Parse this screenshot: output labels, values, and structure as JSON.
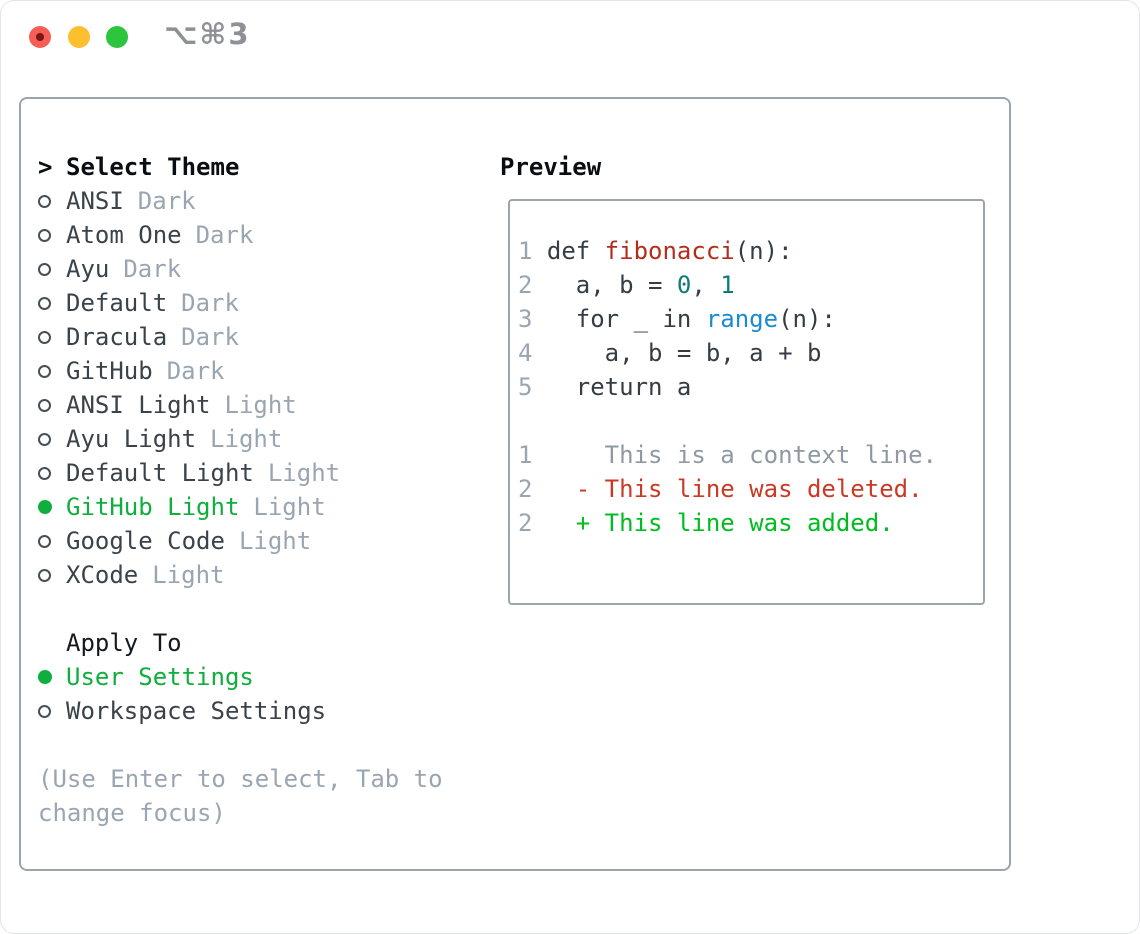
{
  "titlebar": {
    "shortcut": "⌥⌘3"
  },
  "theme_list": {
    "prompt": ">",
    "header": "Select Theme",
    "items": [
      {
        "label": "ANSI",
        "tag": "Dark",
        "selected": false
      },
      {
        "label": "Atom One",
        "tag": "Dark",
        "selected": false
      },
      {
        "label": "Ayu",
        "tag": "Dark",
        "selected": false
      },
      {
        "label": "Default",
        "tag": "Dark",
        "selected": false
      },
      {
        "label": "Dracula",
        "tag": "Dark",
        "selected": false
      },
      {
        "label": "GitHub",
        "tag": "Dark",
        "selected": false
      },
      {
        "label": "ANSI Light",
        "tag": "Light",
        "selected": false
      },
      {
        "label": "Ayu Light",
        "tag": "Light",
        "selected": false
      },
      {
        "label": "Default Light",
        "tag": "Light",
        "selected": false
      },
      {
        "label": "GitHub Light",
        "tag": "Light",
        "selected": true
      },
      {
        "label": "Google Code",
        "tag": "Light",
        "selected": false
      },
      {
        "label": "XCode",
        "tag": "Light",
        "selected": false
      }
    ]
  },
  "apply_to": {
    "header": "Apply To",
    "items": [
      {
        "label": "User Settings",
        "selected": true
      },
      {
        "label": "Workspace Settings",
        "selected": false
      }
    ]
  },
  "hint": "(Use Enter to select, Tab to change focus)",
  "preview": {
    "header": "Preview",
    "lines": [
      {
        "n": "1",
        "segs": [
          {
            "t": "def ",
            "c": "plain"
          },
          {
            "t": "fibonacci",
            "c": "function"
          },
          {
            "t": "(n):",
            "c": "plain"
          }
        ]
      },
      {
        "n": "2",
        "segs": [
          {
            "t": "  a, b = ",
            "c": "plain"
          },
          {
            "t": "0",
            "c": "number"
          },
          {
            "t": ", ",
            "c": "plain"
          },
          {
            "t": "1",
            "c": "number"
          }
        ]
      },
      {
        "n": "3",
        "segs": [
          {
            "t": "  for _ in ",
            "c": "plain"
          },
          {
            "t": "range",
            "c": "builtin"
          },
          {
            "t": "(n):",
            "c": "plain"
          }
        ]
      },
      {
        "n": "4",
        "segs": [
          {
            "t": "    a, b = b, a + b",
            "c": "plain"
          }
        ]
      },
      {
        "n": "5",
        "segs": [
          {
            "t": "  return a",
            "c": "plain"
          }
        ]
      },
      {
        "n": "",
        "segs": []
      },
      {
        "n": "1",
        "segs": [
          {
            "t": "    This is a context line.",
            "c": "context"
          }
        ]
      },
      {
        "n": "2",
        "segs": [
          {
            "t": "  - This line was deleted.",
            "c": "deleted"
          }
        ]
      },
      {
        "n": "2",
        "segs": [
          {
            "t": "  + This line was added.",
            "c": "added"
          }
        ]
      }
    ]
  },
  "colors": {
    "selected_green": "#0fae3d",
    "added_green": "#00bd1f",
    "deleted_red": "#c93a26",
    "function_red": "#b32d1c",
    "builtin_blue": "#1b8bd0",
    "number_teal": "#0e7d74",
    "dim_gray": "#9aa5b2",
    "text_dark": "#343c44",
    "border_gray": "#9ca5ae",
    "traffic_red": "#f55f57",
    "traffic_yellow": "#fcbf2f",
    "traffic_green": "#2cc53d"
  }
}
